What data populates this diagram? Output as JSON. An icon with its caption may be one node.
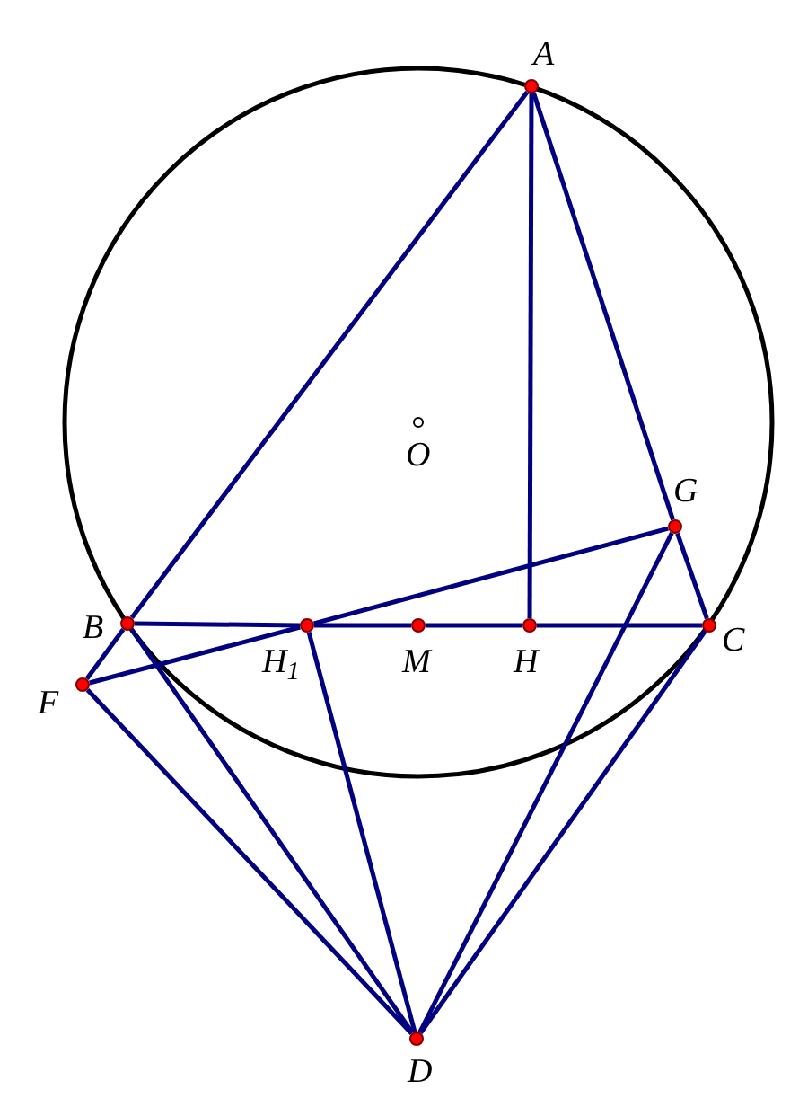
{
  "diagram": {
    "nodes": [
      {
        "text": [
          "A"
        ]
      },
      {
        "text": [
          "O"
        ]
      },
      {
        "text": [
          "G"
        ]
      },
      {
        "text": [
          "B"
        ]
      },
      {
        "text": [
          "H$_{1}$"
        ]
      },
      {
        "text": [
          "M"
        ]
      },
      {
        "text": [
          "H"
        ]
      },
      {
        "text": [
          "C"
        ]
      },
      {
        "text": [
          "F"
        ]
      },
      {
        "text": [
          "D"
        ]
      }
    ],
    "edges": [
      {
        "from": 0,
        "to": 3,
        "arrow": "none"
      },
      {
        "from": 0,
        "to": 6,
        "arrow": "none"
      },
      {
        "from": 0,
        "to": 2,
        "arrow": "none"
      },
      {
        "from": 2,
        "to": 7,
        "arrow": "none"
      },
      {
        "from": 3,
        "to": 4,
        "arrow": "none"
      },
      {
        "from": 4,
        "to": 5,
        "arrow": "none"
      },
      {
        "from": 5,
        "to": 6,
        "arrow": "none"
      },
      {
        "from": 6,
        "to": 7,
        "arrow": "none"
      },
      {
        "from": 8,
        "to": 4,
        "arrow": "none"
      },
      {
        "from": 4,
        "to": 2,
        "arrow": "none"
      },
      {
        "from": 3,
        "to": 8,
        "arrow": "none"
      },
      {
        "from": 8,
        "to": 9,
        "arrow": "none"
      },
      {
        "from": 3,
        "to": 9,
        "arrow": "none"
      },
      {
        "from": 4,
        "to": 9,
        "arrow": "none"
      },
      {
        "from": 2,
        "to": 9,
        "arrow": "none"
      },
      {
        "from": 7,
        "to": 9,
        "arrow": "none"
      }
    ]
  }
}
